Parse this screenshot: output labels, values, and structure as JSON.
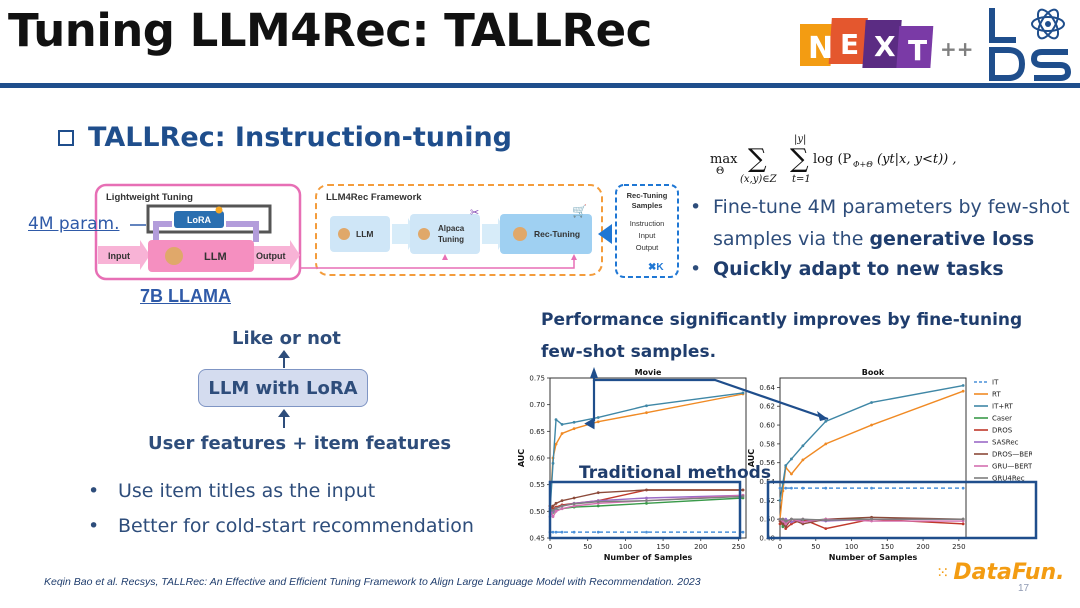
{
  "slide": {
    "title": "Tuning LLM4Rec: TALLRec",
    "subtitle": "TALLRec: Instruction-tuning",
    "page_number": "17",
    "footer_citation": "Keqin Bao et al. Recsys, TALLRec: An Effective and Efficient Tuning Framework to Align Large Language Model with Recommendation. 2023"
  },
  "logos": {
    "next": {
      "letters": [
        "N",
        "E",
        "X",
        "T"
      ],
      "suffix": "++"
    },
    "lds": "LDS",
    "datafun": "DataFun."
  },
  "framework": {
    "lightweight_title": "Lightweight Tuning",
    "lora": "LoRA",
    "llm": "LLM",
    "input": "Input",
    "output": "Output",
    "param_label": "4M param.",
    "model_label": "7B LLAMA",
    "llm4rec_title": "LLM4Rec Framework",
    "llm4rec_llm": "LLM",
    "alpaca_tuning": [
      "Alpaca",
      "Tuning"
    ],
    "rec_tuning": "Rec-Tuning",
    "samples_title": [
      "Rec-Tuning",
      "Samples"
    ],
    "samples_items": [
      "Instruction",
      "Input",
      "Output"
    ],
    "samples_k": "✖K"
  },
  "formula": {
    "max": "max",
    "theta": "Θ",
    "sum1_sub": "(x,y)∈Z",
    "sum2_top": "|y|",
    "sum2_sub": "t=1",
    "body": "log (P",
    "p_sub": "Φ+Θ",
    "tail": "(yt|x, y<t)) ,"
  },
  "right_bullets": [
    {
      "text": "Fine-tune 4M parameters by few-shot",
      "bold": false
    },
    {
      "text": "samples via the ",
      "bold_suffix": "generative loss",
      "continuation": true
    },
    {
      "text": "Quickly adapt to new tasks",
      "bold": true
    }
  ],
  "lora_diagram": {
    "top": "Like or not",
    "box": "LLM with LoRA",
    "bottom": "User features + item features"
  },
  "left_bullets": [
    "Use item titles as the input",
    "Better for cold-start recommendation"
  ],
  "performance_note": [
    "Performance significantly improves by fine-tuning",
    "few-shot samples."
  ],
  "traditional_label": "Traditional methods",
  "colors": {
    "accent_blue": "#1f4e8c",
    "IT": "#4a90d9",
    "RT": "#f08a24",
    "IT+RT": "#3f87a6",
    "Caser": "#3a9a4a",
    "DROS": "#c0392b",
    "SASRec": "#9b6bc6",
    "DROS-BERT": "#8c4a3a",
    "GRU-BERT": "#d46fb0",
    "GRU4Rec": "#7f7f7f"
  },
  "chart_data": [
    {
      "type": "line",
      "title": "Movie",
      "xlabel": "Number of Samples",
      "ylabel": "AUC",
      "x": [
        0,
        4,
        8,
        16,
        32,
        64,
        128,
        256
      ],
      "xlim": [
        0,
        260
      ],
      "ylim": [
        0.45,
        0.75
      ],
      "xticks": [
        0,
        50,
        100,
        150,
        200,
        250
      ],
      "yticks": [
        0.45,
        0.5,
        0.55,
        0.6,
        0.65,
        0.7,
        0.75
      ],
      "grid": false,
      "series": [
        {
          "name": "IT",
          "style": "dashed",
          "values": [
            0.461,
            0.461,
            0.461,
            0.461,
            0.461,
            0.461,
            0.461,
            0.461
          ]
        },
        {
          "name": "RT",
          "values": [
            0.51,
            0.6,
            0.626,
            0.646,
            0.655,
            0.668,
            0.685,
            0.72
          ]
        },
        {
          "name": "IT+RT",
          "values": [
            0.5,
            0.59,
            0.672,
            0.663,
            0.667,
            0.676,
            0.698,
            0.722
          ]
        },
        {
          "name": "Caser",
          "values": [
            0.5,
            0.498,
            0.502,
            0.505,
            0.508,
            0.51,
            0.515,
            0.525
          ]
        },
        {
          "name": "DROS",
          "values": [
            0.51,
            0.505,
            0.508,
            0.512,
            0.515,
            0.52,
            0.54,
            0.54
          ]
        },
        {
          "name": "SASRec",
          "values": [
            0.49,
            0.5,
            0.505,
            0.51,
            0.515,
            0.52,
            0.525,
            0.53
          ]
        },
        {
          "name": "DROS—BERT",
          "values": [
            0.5,
            0.51,
            0.515,
            0.52,
            0.525,
            0.535,
            0.54,
            0.54
          ]
        },
        {
          "name": "GRU—BERT",
          "values": [
            0.505,
            0.49,
            0.5,
            0.505,
            0.51,
            0.515,
            0.52,
            0.53
          ]
        },
        {
          "name": "GRU4Rec",
          "values": [
            0.5,
            0.502,
            0.506,
            0.51,
            0.514,
            0.518,
            0.52,
            0.528
          ]
        }
      ]
    },
    {
      "type": "line",
      "title": "Book",
      "xlabel": "Number of Samples",
      "ylabel": "AUC",
      "x": [
        0,
        4,
        8,
        16,
        32,
        64,
        128,
        256
      ],
      "xlim": [
        0,
        260
      ],
      "ylim": [
        0.48,
        0.65
      ],
      "xticks": [
        0,
        50,
        100,
        150,
        200,
        250
      ],
      "yticks": [
        0.48,
        0.5,
        0.52,
        0.54,
        0.56,
        0.58,
        0.6,
        0.62,
        0.64
      ],
      "grid": false,
      "series": [
        {
          "name": "IT",
          "style": "dashed",
          "values": [
            0.533,
            0.533,
            0.533,
            0.533,
            0.533,
            0.533,
            0.533,
            0.533
          ]
        },
        {
          "name": "RT",
          "values": [
            0.5,
            0.53,
            0.555,
            0.548,
            0.563,
            0.58,
            0.6,
            0.636
          ]
        },
        {
          "name": "IT+RT",
          "values": [
            0.52,
            0.538,
            0.557,
            0.564,
            0.578,
            0.604,
            0.624,
            0.642
          ]
        },
        {
          "name": "Caser",
          "values": [
            0.5,
            0.492,
            0.497,
            0.5,
            0.498,
            0.5,
            0.5,
            0.5
          ]
        },
        {
          "name": "DROS",
          "values": [
            0.495,
            0.5,
            0.49,
            0.495,
            0.5,
            0.49,
            0.5,
            0.495
          ]
        },
        {
          "name": "SASRec",
          "values": [
            0.5,
            0.497,
            0.5,
            0.497,
            0.5,
            0.498,
            0.5,
            0.5
          ]
        },
        {
          "name": "DROS—BERT",
          "values": [
            0.498,
            0.495,
            0.492,
            0.5,
            0.495,
            0.5,
            0.502,
            0.5
          ]
        },
        {
          "name": "GRU—BERT",
          "values": [
            0.5,
            0.498,
            0.495,
            0.5,
            0.497,
            0.5,
            0.498,
            0.498
          ]
        },
        {
          "name": "GRU4Rec",
          "values": [
            0.5,
            0.5,
            0.498,
            0.5,
            0.5,
            0.499,
            0.5,
            0.5
          ]
        }
      ]
    }
  ]
}
